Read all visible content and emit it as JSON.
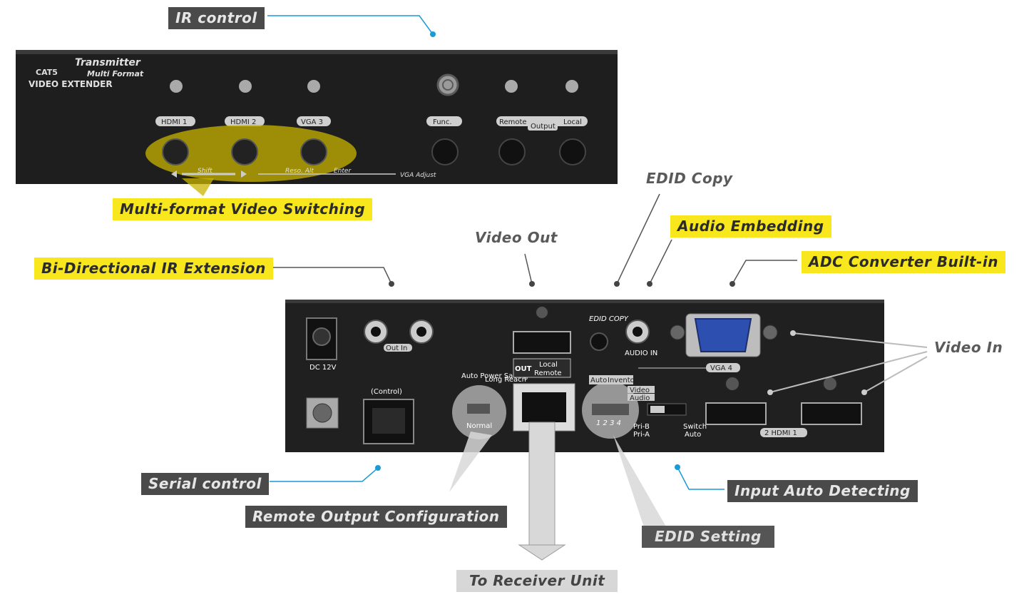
{
  "callouts": {
    "ir_control": "IR control",
    "multi_format": "Multi-format Video Switching",
    "edid_copy": "EDID Copy",
    "audio_embedding": "Audio Embedding",
    "video_out": "Video Out",
    "adc_converter": "ADC Converter Built-in",
    "bi_directional_ir": "Bi-Directional IR Extension",
    "video_in": "Video In",
    "serial_control": "Serial control",
    "input_auto_detecting": "Input Auto Detecting",
    "remote_output_config": "Remote Output Configuration",
    "edid_setting": "EDID Setting",
    "to_receiver": "To Receiver Unit"
  },
  "front_panel": {
    "brand_line1": "Transmitter",
    "brand_cat5": "CAT5",
    "brand_line2": "Multi Format",
    "brand_line3": "VIDEO EXTENDER",
    "hdmi1": "HDMI 1",
    "hdmi2": "HDMI 2",
    "vga3": "VGA 3",
    "func": "Func.",
    "remote": "Remote",
    "output": "Output",
    "local": "Local",
    "shift": "Shift",
    "reso_alt": "Reso. Alt",
    "enter": "Enter",
    "vga_adjust": "VGA Adjust"
  },
  "rear_panel": {
    "dc12v": "DC 12V",
    "out": "Out",
    "in": "In",
    "control": "(Control)",
    "auto_power_saving": "Auto Power Saving",
    "long_reach": "Long Reach",
    "normal": "Normal",
    "out_label": "OUT",
    "local": "Local",
    "remote": "Remote",
    "edid_copy": "EDID COPY",
    "audio_in": "AUDIO IN",
    "vga4": "VGA 4",
    "auto": "Auto",
    "inventory": "Inventory",
    "video": "Video",
    "audio": "Audio",
    "dip_numbers": "1 2 3 4",
    "pri_b": "Pri-B",
    "pri_a": "Pri-A",
    "switch": "Switch",
    "auto2": "Auto",
    "hdmi_label": "2 HDMI 1"
  },
  "colors": {
    "accent_blue": "#1a9ad6",
    "highlight_yellow": "#f8e71c",
    "panel_dark": "#232323"
  }
}
